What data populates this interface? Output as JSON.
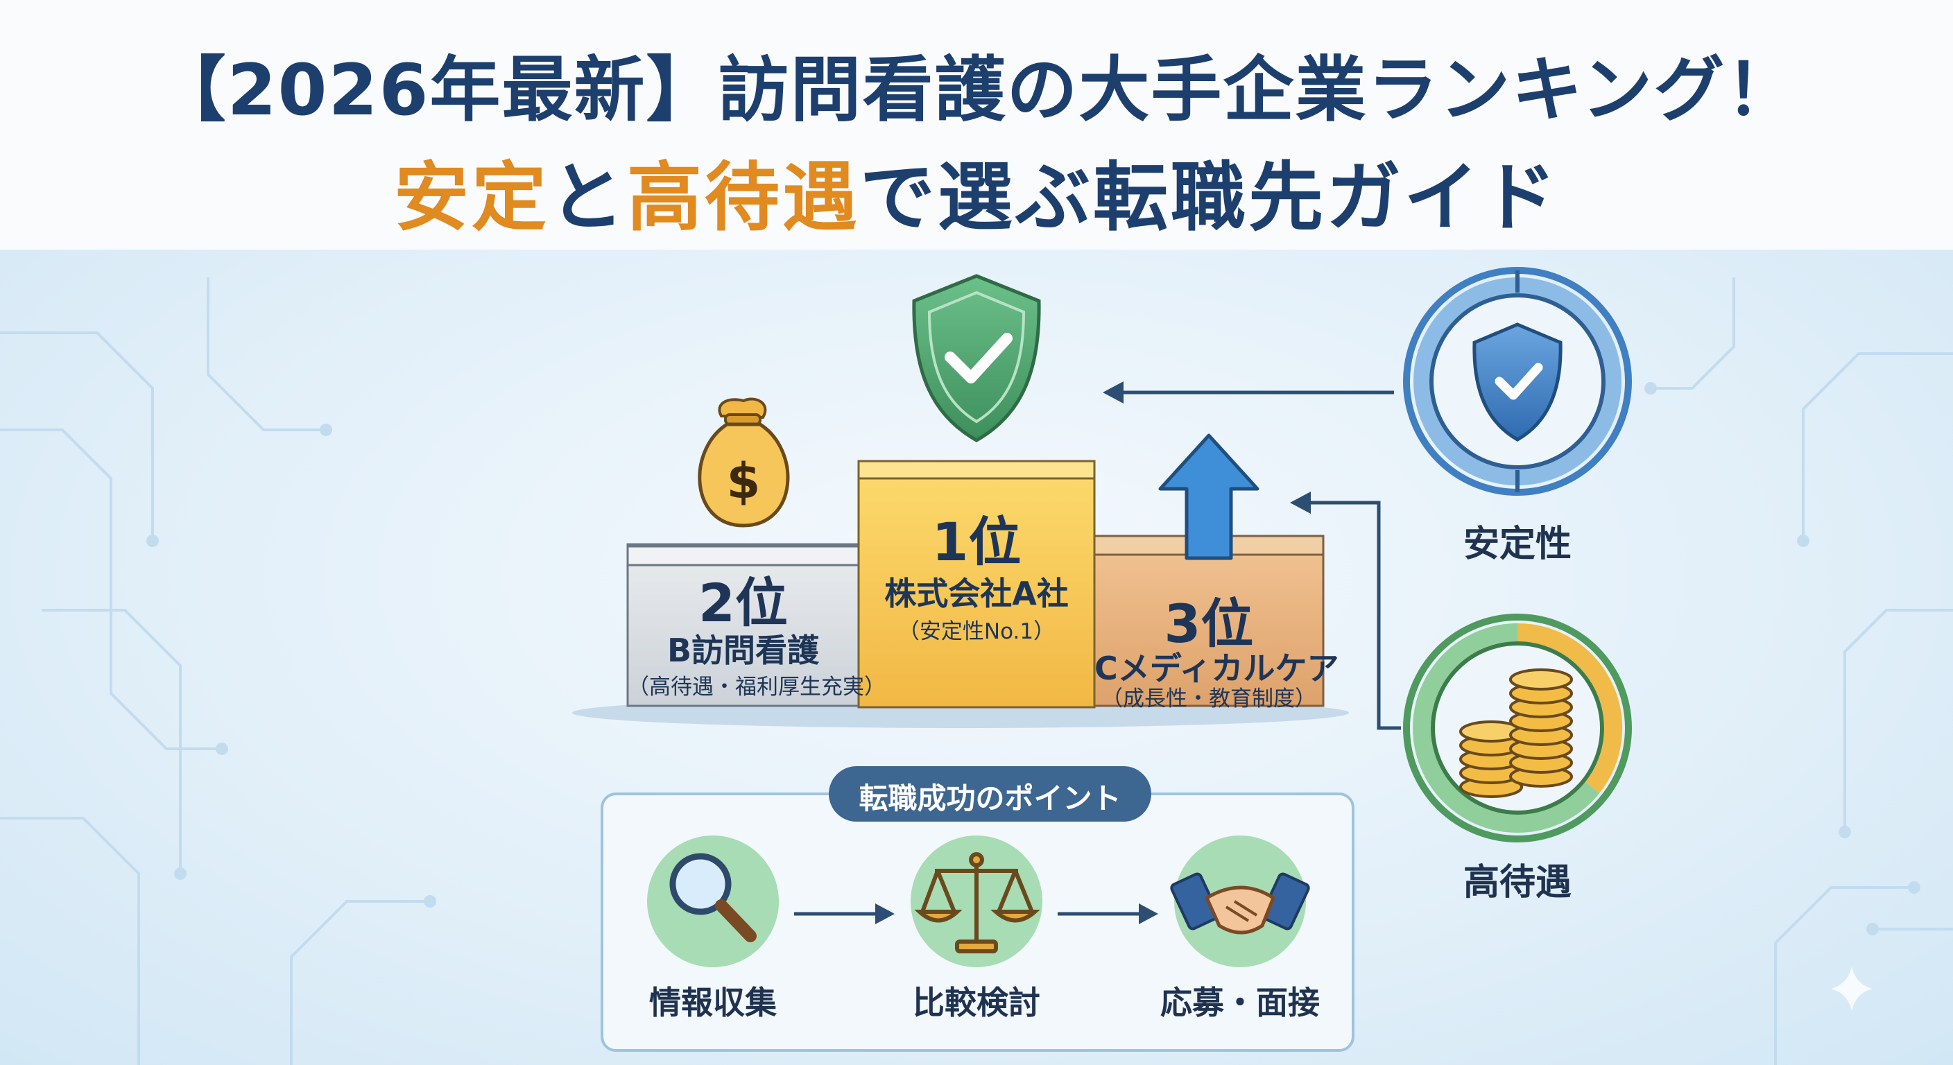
{
  "title": {
    "line1": "【2026年最新】訪問看護の大手企業ランキング！",
    "line2_part1": "安定",
    "line2_part2": "と",
    "line2_part3": "高待遇",
    "line2_part4": "で選ぶ転職先ガイド"
  },
  "podium": {
    "first": {
      "rank": "1位",
      "company": "株式会社A社",
      "note": "（安定性No.1）"
    },
    "second": {
      "rank": "2位",
      "company": "B訪問看護",
      "note": "（高待遇・福利厚生充実）"
    },
    "third": {
      "rank": "3位",
      "company": "Cメディカルケア",
      "note": "（成長性・教育制度）"
    }
  },
  "criteria": {
    "stability": "安定性",
    "treatment": "高待遇"
  },
  "points": {
    "title": "転職成功のポイント",
    "steps": [
      "情報収集",
      "比較検討",
      "応募・面接"
    ]
  },
  "icons": {
    "first_top": "shield-check-icon",
    "second_top": "money-bag-icon",
    "third_top": "up-arrow-icon",
    "stability": "shield-check-icon",
    "treatment": "coin-stack-icon",
    "step1": "magnifier-icon",
    "step2": "balance-scale-icon",
    "step3": "handshake-icon"
  },
  "colors": {
    "navy": "#1d3f6e",
    "orange": "#e08a1f",
    "gold": "#f5c34e",
    "silver": "#d9dde2",
    "bronze": "#e6b27c",
    "green": "#5aa86e",
    "blue": "#3f7fc2"
  }
}
